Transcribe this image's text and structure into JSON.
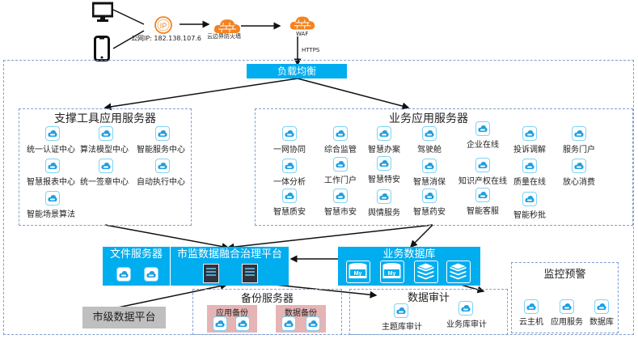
{
  "top": {
    "public_ip_label": "公网IP: 182.138.107.6",
    "ip_icon_text": "IP",
    "firewall_label": "云边界防火墙",
    "waf_label": "WAF",
    "https_label": "HTTPS",
    "devices": [
      "desktop-computer",
      "mobile-phone"
    ]
  },
  "load_balancer": {
    "label": "负载均衡"
  },
  "support_servers": {
    "title": "支撑工具应用服务器",
    "items": [
      "统一认证中心",
      "算法模型中心",
      "智能服务中心",
      "智慧报表中心",
      "统一签章中心",
      "自动执行中心",
      "智能场景算法"
    ]
  },
  "business_servers": {
    "title": "业务应用服务器",
    "items": [
      "一网协同",
      "综合监管",
      "智慧办案",
      "驾驶舱",
      "企业在线",
      "投诉调解",
      "服务门户",
      "一体分析",
      "工作门户",
      "智慧特安",
      "智慧消保",
      "知识产权在线",
      "质量在线",
      "放心消费",
      "智慧质安",
      "智慧市安",
      "舆情服务",
      "智慧药安",
      "智能客服",
      "智能秒批"
    ]
  },
  "file_server": {
    "title": "文件服务器"
  },
  "governance_platform": {
    "title": "市监数据融合治理平台"
  },
  "business_db": {
    "title": "业务数据库",
    "icons": [
      "mysql",
      "mysql",
      "redis",
      "redis"
    ],
    "mysql_text": "My"
  },
  "backup_servers": {
    "title": "备份服务器",
    "groups": [
      {
        "label": "应用备份"
      },
      {
        "label": "数据备份"
      }
    ]
  },
  "data_audit": {
    "title": "数据审计",
    "items": [
      "主题库审计",
      "业务库审计"
    ]
  },
  "monitoring": {
    "title": "监控预警",
    "items": [
      "云主机",
      "应用服务",
      "数据库"
    ]
  },
  "city_platform": {
    "label": "市级数据平台"
  },
  "colors": {
    "accent_blue": "#00adef",
    "orange": "#f5821f",
    "backup_pink": "#e6b4b4",
    "gray_box": "#bfbfbf",
    "dash": "#7f9fd0"
  }
}
